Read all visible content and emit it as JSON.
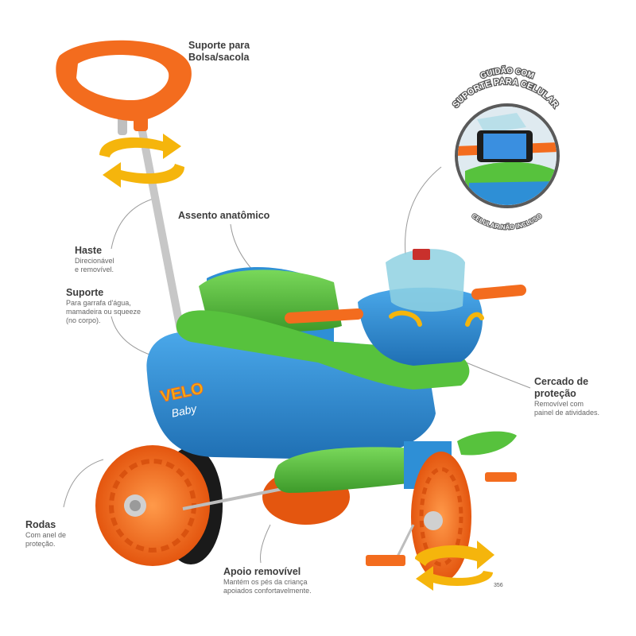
{
  "labels": {
    "suporte_bolsa": {
      "title": [
        "Suporte para",
        "Bolsa/sacola"
      ]
    },
    "assento": {
      "title": "Assento anatômico"
    },
    "haste": {
      "title": "Haste",
      "desc": [
        "Direcionável",
        "e removível."
      ]
    },
    "suporte": {
      "title": "Suporte",
      "desc": [
        "Para garrafa d'água,",
        "mamadeira ou squeeze",
        "(no corpo)."
      ]
    },
    "cercado": {
      "title": [
        "Cercado de",
        "proteção"
      ],
      "desc": [
        "Removível com",
        "painel de atividades."
      ]
    },
    "rodas": {
      "title": "Rodas",
      "desc": [
        "Com anel de",
        "proteção."
      ]
    },
    "apoio": {
      "title": "Apoio removível",
      "desc": [
        "Mantém os pés da criança",
        "apoiados confortavelmente."
      ]
    }
  },
  "inset": {
    "top_text": "GUIDÃO COM",
    "arc_text": "SUPORTE PARA CELULAR",
    "bottom_text": "CELULAR NÃO INCLUSO"
  },
  "logo": {
    "brand": "VELO",
    "sub": "Baby"
  },
  "corner_number": "356",
  "colors": {
    "blue": "#2e8fd6",
    "blue_dark": "#1f6fb3",
    "green": "#57c23d",
    "green_dark": "#3d9a2a",
    "orange": "#f36c1e",
    "yellow": "#f5b50c",
    "grey_text": "#4a4a4a"
  }
}
